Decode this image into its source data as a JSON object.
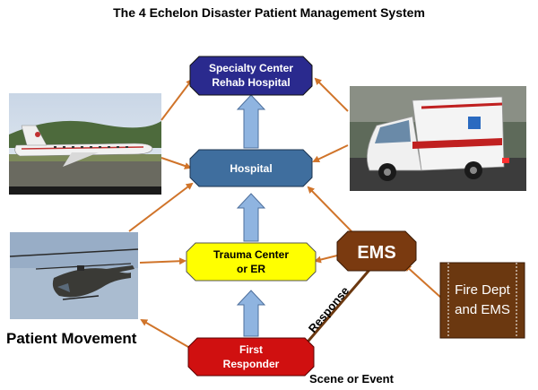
{
  "title": "The 4 Echelon Disaster Patient Management System",
  "nodes": {
    "specialty": {
      "line1": "Specialty Center",
      "line2": "Rehab Hospital"
    },
    "hospital": {
      "label": "Hospital"
    },
    "trauma": {
      "line1": "Trauma Center",
      "line2": "or ER"
    },
    "first": {
      "line1": "First",
      "line2": "Responder"
    },
    "ems": {
      "label": "EMS"
    },
    "fire": {
      "line1": "Fire Dept",
      "line2": "and EMS"
    }
  },
  "labels": {
    "patient_movement": "Patient Movement",
    "scene": "Scene or Event",
    "response": "Response"
  },
  "colors": {
    "specialty": "#2a2a8e",
    "hospital": "#3f6e9e",
    "trauma": "#ffff00",
    "first": "#d01010",
    "ems": "#7a3a10",
    "fire": "#6b3810",
    "arrow_orange": "#d0742a",
    "arrow_blue": "#8fb4e0"
  },
  "icons": [
    "airplane-image",
    "ambulance-image",
    "helicopter-image"
  ]
}
